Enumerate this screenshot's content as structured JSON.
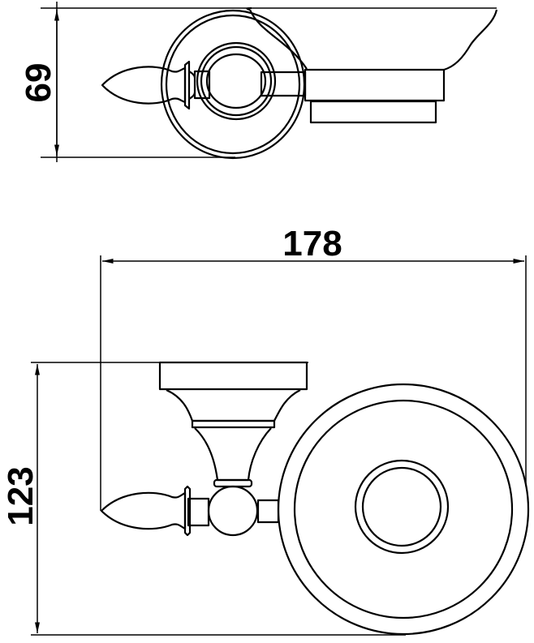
{
  "dimensions": {
    "depth": "69",
    "width": "178",
    "height": "123"
  },
  "colors": {
    "line": "#000000",
    "background": "#ffffff"
  }
}
